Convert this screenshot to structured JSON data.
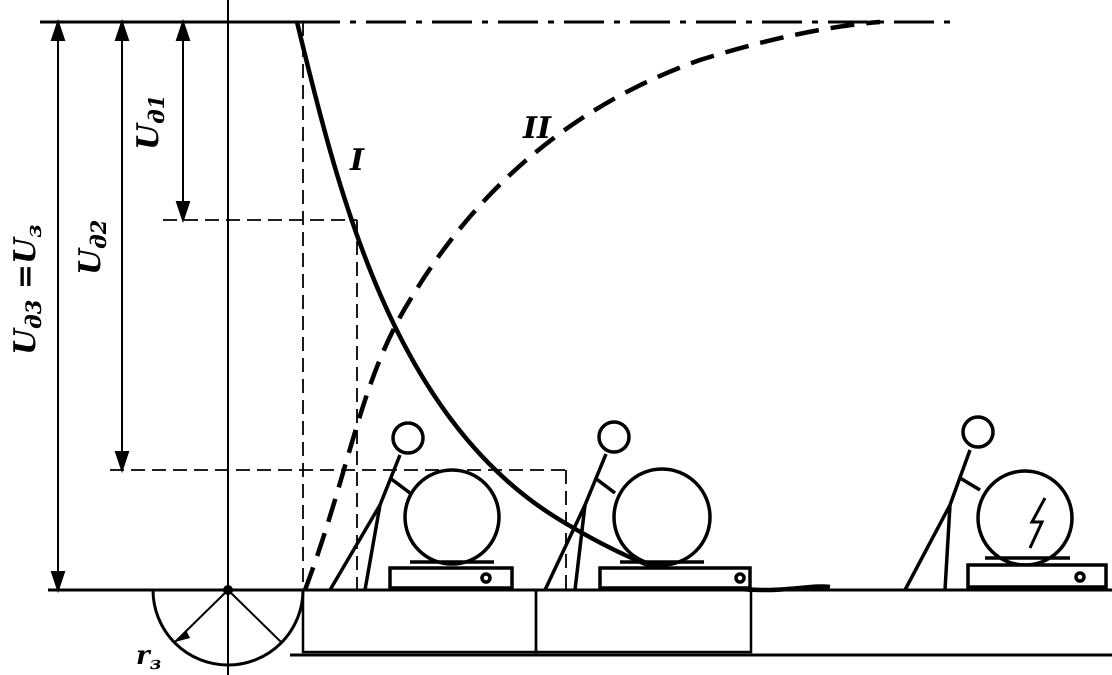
{
  "labels": {
    "curve_1": "I",
    "curve_2": "II",
    "u_d1": "U",
    "u_d1_sub": "д1",
    "u_d2": "U",
    "u_d2_sub": "д2",
    "u_d3_eq_u3": "U",
    "u_d3_sub": "д3",
    "u_d3_eq": " =U",
    "u3_sub": "з",
    "radius": "r",
    "radius_sub": "з"
  },
  "colors": {
    "ink": "#000000",
    "paper": "#ffffff"
  }
}
